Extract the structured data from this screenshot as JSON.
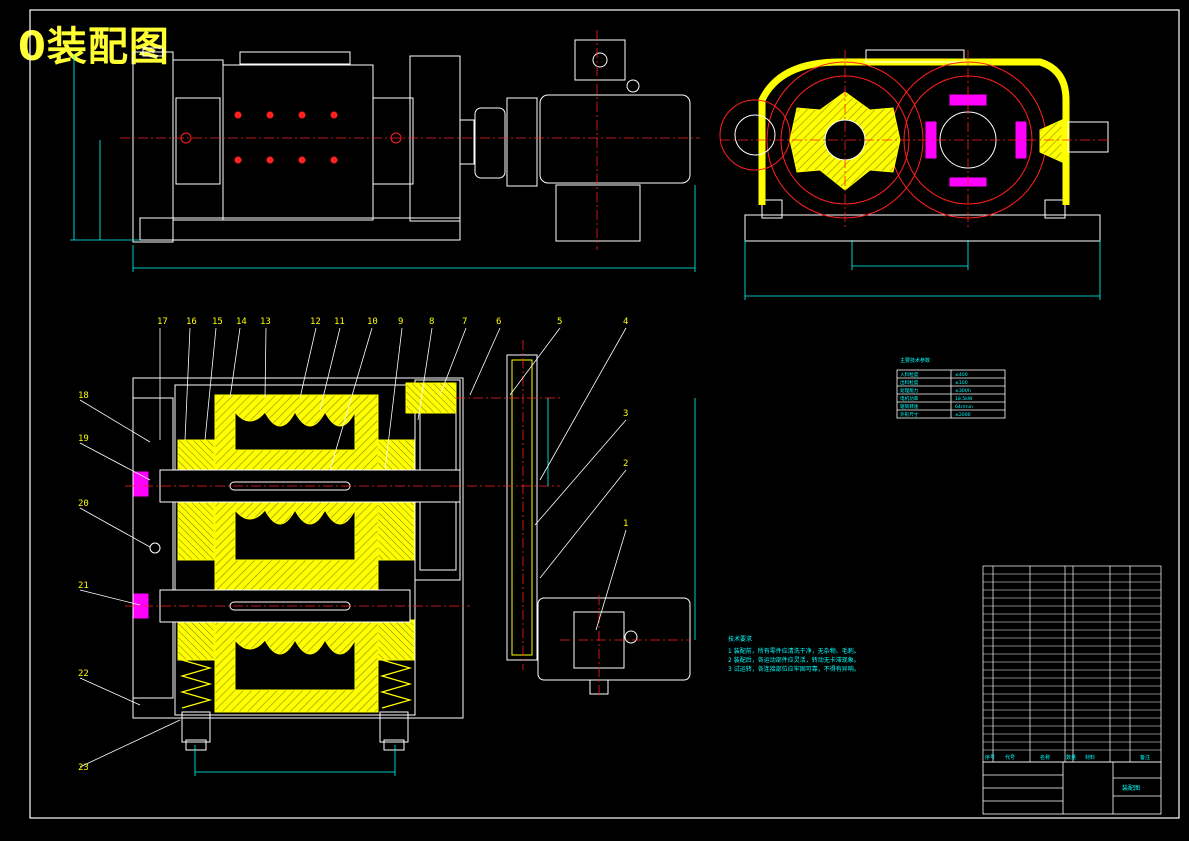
{
  "title": "0装配图",
  "part_numbers": [
    "17",
    "16",
    "15",
    "14",
    "13",
    "12",
    "11",
    "10",
    "9",
    "8",
    "7",
    "6",
    "5",
    "4",
    "3",
    "2",
    "1",
    "18",
    "19",
    "20",
    "21",
    "22",
    "23"
  ],
  "tech_params_title": "主要技术参数",
  "tech_params": [
    {
      "k": "入料粒度",
      "v": "≤400"
    },
    {
      "k": "出料粒度",
      "v": "≤100"
    },
    {
      "k": "处理能力",
      "v": "≤30t/h"
    },
    {
      "k": "电机功率",
      "v": "18.5kW"
    },
    {
      "k": "辊筒转速",
      "v": "64r/min"
    },
    {
      "k": "外形尺寸",
      "v": "≤2000"
    }
  ],
  "notes_title": "技术要求",
  "notes": [
    "1 装配前，所有零件应清洗干净，无杂物、毛刺。",
    "2 装配后，各运动部件应灵活，转动无卡滞现象。",
    "3 试运转，各连接部位应牢固可靠，不得有异响。"
  ],
  "bom_header": [
    "序号",
    "代号",
    "名称",
    "数量",
    "材料",
    "备注"
  ],
  "title_block_name": "装配图",
  "colors": {
    "bg": "#000000",
    "frame": "#ffffff",
    "yellow": "#ffff00",
    "cyan": "#00ffff",
    "red": "#ff2020",
    "magenta": "#ff00ff",
    "green": "#00ff00",
    "white": "#ffffff"
  }
}
